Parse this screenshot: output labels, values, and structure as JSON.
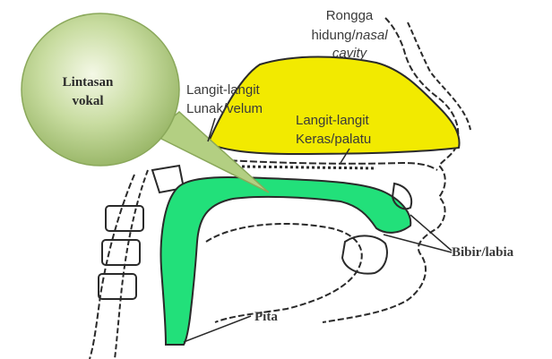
{
  "callout": {
    "line1": "Lintasan",
    "line2": "vokal"
  },
  "labels": {
    "nasal_line1": "Rongga",
    "nasal_line2_plain": "hidung/",
    "nasal_line2_italic": "nasal",
    "nasal_line3_italic": "cavity",
    "soft_palate_line1": "Langit-langit",
    "soft_palate_line2": "Lunak/velum",
    "hard_palate_line1": "Langit-langit",
    "hard_palate_line2": "Keras/palatu",
    "lips": "Bibir/labia",
    "vocal_cords": "Pita"
  },
  "colors": {
    "nasal_cavity": "#f2ea00",
    "vocal_tract": "#22e07a",
    "bubble": "#a9c97a",
    "outline": "#2a2a2a"
  }
}
